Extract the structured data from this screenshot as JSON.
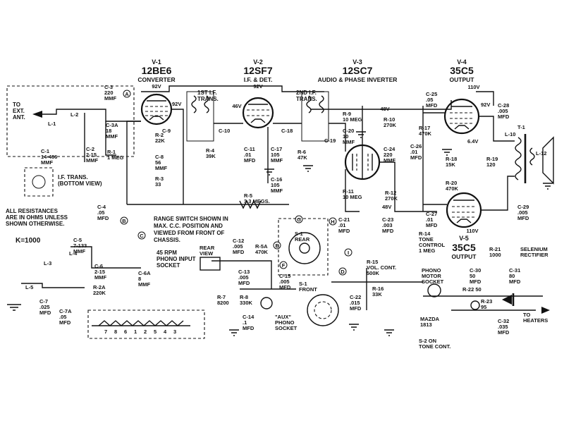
{
  "tubes": [
    {
      "id": "V-1",
      "type": "12BE6",
      "function": "CONVERTER",
      "voltage": "92V"
    },
    {
      "id": "V-2",
      "type": "12SF7",
      "function": "I.F. & DET.",
      "voltage": "92V",
      "grid_voltage": "46V"
    },
    {
      "id": "V-3",
      "type": "12SC7",
      "function": "AUDIO & PHASE INVERTER",
      "voltage": "48V"
    },
    {
      "id": "V-4",
      "type": "35C5",
      "function": "OUTPUT",
      "voltage": "110V"
    },
    {
      "id": "V-5",
      "type": "35C5",
      "function": "OUTPUT",
      "voltage": "110V"
    }
  ],
  "labels": {
    "ext_ant": "TO\nEXT.\nANT.",
    "if_trans_1": "1ST I.F.\nTRANS.",
    "if_trans_2": "2ND I.F.\nTRANS.",
    "if_bottom_view": "I.F. TRANS.\n(BOTTOM VIEW)",
    "resistance_note": "ALL RESISTANCES\nARE IN OHMS UNLESS\nSHOWN OTHERWISE.",
    "k_note": "K=1000",
    "range_switch_note": "RANGE SWITCH SHOWN IN\nMAX. C.C. POSITION AND\nVIEWED FROM FRONT OF\nCHASSIS.",
    "phono_input": "45 RPM\nPHONO INPUT\nSOCKET",
    "rear_view": "REAR\nVIEW",
    "aux_phono": "\"AUX\"\nPHONO\nSOCKET",
    "s1_rear": "S-1\nREAR",
    "s1_front": "S-1\nFRONT",
    "phono_motor": "PHONO\nMOTOR\nSOCKET",
    "mazda": "MAZDA\n1813",
    "s2": "S-2 ON\nTONE CONT.",
    "selenium": "SELENIUM\nRECTIFIER",
    "to_heaters": "TO\nHEATERS",
    "transformer": "T-1",
    "v_6_4": "6.4V",
    "v_92_out": "92V",
    "v_48_lower": "48V",
    "v_92_b": "92V"
  },
  "components": {
    "c3": "C-3\n220\nMMF",
    "c1": "C-1\n14-466\nMMF",
    "c2": "C-2\n2-15\nMMF",
    "c3a": "C-3A\n18\nMMF",
    "r1": "R-1\n1 MEG",
    "r2": "R-2\n22K",
    "c8": "C-8\n56\nMMF",
    "r3": "R-3\n33",
    "c9": "C-9",
    "c4": "C-4\n.05\nMFD",
    "c10": "C-10",
    "c11": "C-11\n.01\nMFD",
    "r4": "R-4\n39K",
    "c17": "C-17\n105\nMMF",
    "c16": "C-16\n105\nMMF",
    "r6": "R-6\n47K",
    "c18": "C-18",
    "c19": "C-19",
    "r5": "R-5\n3.3 MEGS.",
    "r9": "R-9\n10 MEG",
    "c20": "C-20\n10\nMMF",
    "r10": "R-10\n270K",
    "r11": "R-11\n10 MEG",
    "c24": "C-24\n220\nMMF",
    "r12": "R-12\n270K",
    "c26": "C-26\n.01\nMFD",
    "c25": "C-25\n.05\nMFD",
    "r17": "R-17\n470K",
    "r18": "R-18\n15K",
    "r19": "R-19\n120",
    "r20": "R-20\n470K",
    "c27": "C-27\n.01\nMFD",
    "c28": "C-28\n.005\nMFD",
    "c29": "C-29\n.005\nMFD",
    "c21": "C-21\n.01\nMFD",
    "c23": "C-23\n.003\nMFD",
    "r14": "R-14\nTONE\nCONTROL\n1 MEG",
    "r15": "R-15\nVOL. CONT.\n500K",
    "r16": "R-16\n33K",
    "c22": "C-22\n.015\nMFD",
    "c15": "C-15\n.005\nMFD",
    "c12": "C-12\n.005\nMFD",
    "r5a": "R-5A\n470K",
    "c13": "C-13\n.005\nMFD",
    "r7": "R-7\n8200",
    "r8": "R-8\n330K",
    "c14": "C-14\n.1\nMFD",
    "c5": "C-5\n7-133\nMMF",
    "c6": "C-6\n2-15\nMMF",
    "c6a": "C-6A\n8\nMMF",
    "r2a": "R-2A\n220K",
    "c7": "C-7\n.025\nMFD",
    "c7a": "C-7A\n.05\nMFD",
    "r21": "R-21\n1000",
    "c30": "C-30\n50\nMFD",
    "c31": "C-31\n80\nMFD",
    "r22": "R-22  50",
    "r23": "R-23\n95",
    "c32": "C-32\n.035\nMFD",
    "l1": "L-1",
    "l2": "L-2",
    "l3": "L-3",
    "l4": "L-4",
    "l5": "L-5",
    "l10": "L-10",
    "l12": "L-12"
  },
  "markers": [
    "A",
    "B",
    "C",
    "D",
    "E",
    "F",
    "G",
    "H",
    "I"
  ],
  "switch_numbers": [
    "1",
    "2",
    "3",
    "4",
    "5",
    "6",
    "7",
    "8"
  ]
}
